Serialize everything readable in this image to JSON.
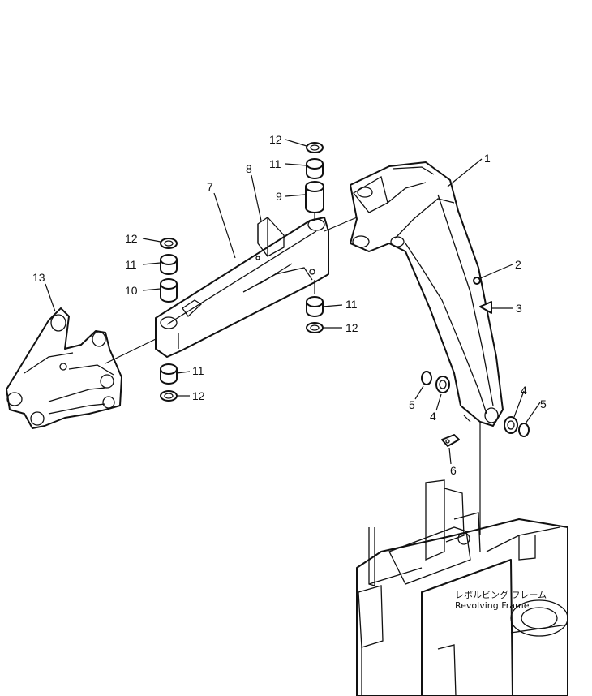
{
  "callouts": [
    {
      "id": "c1",
      "text": "1"
    },
    {
      "id": "c2",
      "text": "2"
    },
    {
      "id": "c3",
      "text": "3"
    },
    {
      "id": "c4a",
      "text": "4"
    },
    {
      "id": "c4b",
      "text": "4"
    },
    {
      "id": "c5a",
      "text": "5"
    },
    {
      "id": "c5b",
      "text": "5"
    },
    {
      "id": "c6",
      "text": "6"
    },
    {
      "id": "c7",
      "text": "7"
    },
    {
      "id": "c8",
      "text": "8"
    },
    {
      "id": "c9",
      "text": "9"
    },
    {
      "id": "c10",
      "text": "10"
    },
    {
      "id": "c11a",
      "text": "11"
    },
    {
      "id": "c11b",
      "text": "11"
    },
    {
      "id": "c11c",
      "text": "11"
    },
    {
      "id": "c11d",
      "text": "11"
    },
    {
      "id": "c12a",
      "text": "12"
    },
    {
      "id": "c12b",
      "text": "12"
    },
    {
      "id": "c12c",
      "text": "12"
    },
    {
      "id": "c12d",
      "text": "12"
    },
    {
      "id": "c13",
      "text": "13"
    }
  ],
  "frame": {
    "label_jp": "レボルビング フレーム",
    "label_en": "Revolving Frame"
  }
}
